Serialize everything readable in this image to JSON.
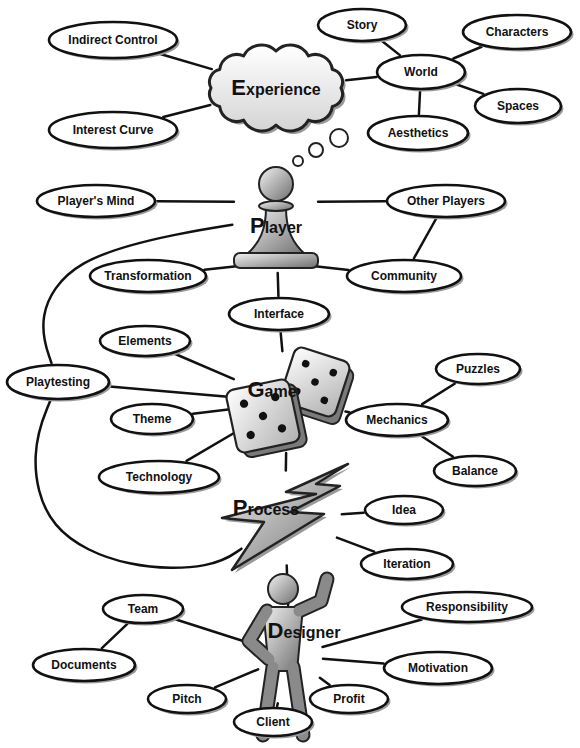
{
  "diagram": {
    "nodes": [
      {
        "text": [
          "Story"
        ]
      },
      {
        "text": [
          "Indirect Control"
        ]
      },
      {
        "text": [
          "Characters"
        ]
      },
      {
        "text": [
          "World"
        ]
      },
      {
        "text": [
          "Experience"
        ]
      },
      {
        "text": [
          "Spaces"
        ]
      },
      {
        "text": [
          "Interest Curve"
        ]
      },
      {
        "text": [
          "Aesthetics"
        ]
      },
      {
        "text": [
          "Player's Mind"
        ]
      },
      {
        "text": [
          "Other Players"
        ]
      },
      {
        "text": [
          "Player"
        ]
      },
      {
        "text": [
          "Transformation"
        ]
      },
      {
        "text": [
          "Community"
        ]
      },
      {
        "text": [
          "Interface"
        ]
      },
      {
        "text": [
          "Elements"
        ]
      },
      {
        "text": [
          "Puzzles"
        ]
      },
      {
        "text": [
          "Playtesting"
        ]
      },
      {
        "text": [
          "Game"
        ]
      },
      {
        "text": [
          "Theme"
        ]
      },
      {
        "text": [
          "Mechanics"
        ]
      },
      {
        "text": [
          "Balance"
        ]
      },
      {
        "text": [
          "Technology"
        ]
      },
      {
        "text": [
          "Process"
        ]
      },
      {
        "text": [
          "Idea"
        ]
      },
      {
        "text": [
          "Iteration"
        ]
      },
      {
        "text": [
          "Responsibility"
        ]
      },
      {
        "text": [
          "Team"
        ]
      },
      {
        "text": [
          "Designer"
        ]
      },
      {
        "text": [
          "Documents"
        ]
      },
      {
        "text": [
          "Motivation"
        ]
      },
      {
        "text": [
          "Pitch"
        ]
      },
      {
        "text": [
          "Profit"
        ]
      },
      {
        "text": [
          "Client"
        ]
      }
    ],
    "edges": [
      {
        "from": 4,
        "to": 1,
        "arrow": "none"
      },
      {
        "from": 4,
        "to": 6,
        "arrow": "none"
      },
      {
        "from": 4,
        "to": 3,
        "arrow": "none"
      },
      {
        "from": 3,
        "to": 0,
        "arrow": "none"
      },
      {
        "from": 3,
        "to": 2,
        "arrow": "none"
      },
      {
        "from": 3,
        "to": 5,
        "arrow": "none"
      },
      {
        "from": 3,
        "to": 7,
        "arrow": "none"
      },
      {
        "from": 10,
        "to": 8,
        "arrow": "none"
      },
      {
        "from": 10,
        "to": 9,
        "arrow": "none"
      },
      {
        "from": 10,
        "to": 11,
        "arrow": "none"
      },
      {
        "from": 10,
        "to": 12,
        "arrow": "none"
      },
      {
        "from": 9,
        "to": 12,
        "arrow": "none"
      },
      {
        "from": 10,
        "to": 13,
        "arrow": "none"
      },
      {
        "from": 13,
        "to": 17,
        "arrow": "none"
      },
      {
        "from": 17,
        "to": 14,
        "arrow": "none"
      },
      {
        "from": 10,
        "to": 16,
        "arrow": "none"
      },
      {
        "from": 16,
        "to": 17,
        "arrow": "none"
      },
      {
        "from": 17,
        "to": 18,
        "arrow": "none"
      },
      {
        "from": 17,
        "to": 21,
        "arrow": "none"
      },
      {
        "from": 17,
        "to": 19,
        "arrow": "none"
      },
      {
        "from": 19,
        "to": 15,
        "arrow": "none"
      },
      {
        "from": 19,
        "to": 20,
        "arrow": "none"
      },
      {
        "from": 17,
        "to": 22,
        "arrow": "none"
      },
      {
        "from": 16,
        "to": 22,
        "arrow": "none"
      },
      {
        "from": 22,
        "to": 23,
        "arrow": "none"
      },
      {
        "from": 22,
        "to": 24,
        "arrow": "none"
      },
      {
        "from": 22,
        "to": 27,
        "arrow": "none"
      },
      {
        "from": 27,
        "to": 26,
        "arrow": "none"
      },
      {
        "from": 26,
        "to": 28,
        "arrow": "none"
      },
      {
        "from": 27,
        "to": 25,
        "arrow": "none"
      },
      {
        "from": 27,
        "to": 29,
        "arrow": "none"
      },
      {
        "from": 27,
        "to": 31,
        "arrow": "none"
      },
      {
        "from": 27,
        "to": 32,
        "arrow": "none"
      },
      {
        "from": 27,
        "to": 30,
        "arrow": "none"
      }
    ]
  }
}
